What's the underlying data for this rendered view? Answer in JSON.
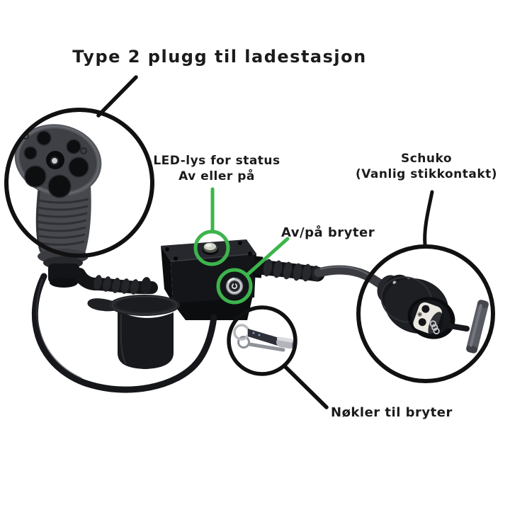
{
  "labels": {
    "title": "Type 2 plugg til ladestasjon",
    "led": {
      "line1": "LED-lys for status",
      "line2": "Av eller på"
    },
    "schuko": {
      "line1": "Schuko",
      "line2": "(Vanlig stikkontakt)"
    },
    "switch": "Av/på bryter",
    "keys": "Nøkler til bryter"
  },
  "colors": {
    "background": "#ffffff",
    "annotation_black": "#111111",
    "annotation_green": "#3cb54c",
    "text": "#1b1b1d"
  },
  "parts": [
    "type2-plug",
    "charging-cable",
    "control-box",
    "led-indicator",
    "key-switch",
    "schuko-socket",
    "protective-cap",
    "tubular-keys"
  ]
}
